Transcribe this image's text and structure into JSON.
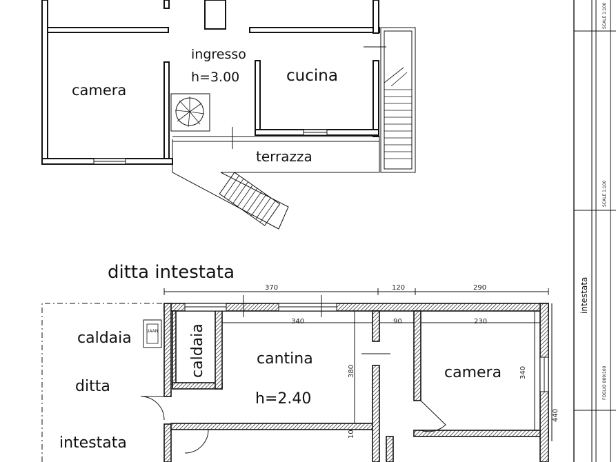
{
  "upper_floor": {
    "rooms": {
      "camera": "camera",
      "ingresso": "ingresso",
      "ingresso_height": "h=3.00",
      "cucina": "cucina",
      "terrazza": "terrazza"
    }
  },
  "lower_floor": {
    "owner_label": "ditta intestata",
    "rooms": {
      "caldaia_outside": "caldaia",
      "ditta": "ditta",
      "intestata": "intestata",
      "caldaia_inside": "caldaia",
      "cantina": "cantina",
      "cantina_height": "h=2.40",
      "camera": "camera"
    },
    "dimensions": {
      "top_370": "370",
      "top_120": "120",
      "top_290": "290",
      "inner_340": "340",
      "inner_90": "90",
      "inner_230": "230",
      "side_380": "380",
      "side_340": "340",
      "side_440": "440",
      "side_10": "10"
    },
    "meter_box": "UAAN"
  },
  "title_block": {
    "scale_top": "SCALE 1:100",
    "scale_mid": "SCALE 1:100",
    "intestata": "intestata",
    "foglio": "FOGLIO 889/100"
  }
}
